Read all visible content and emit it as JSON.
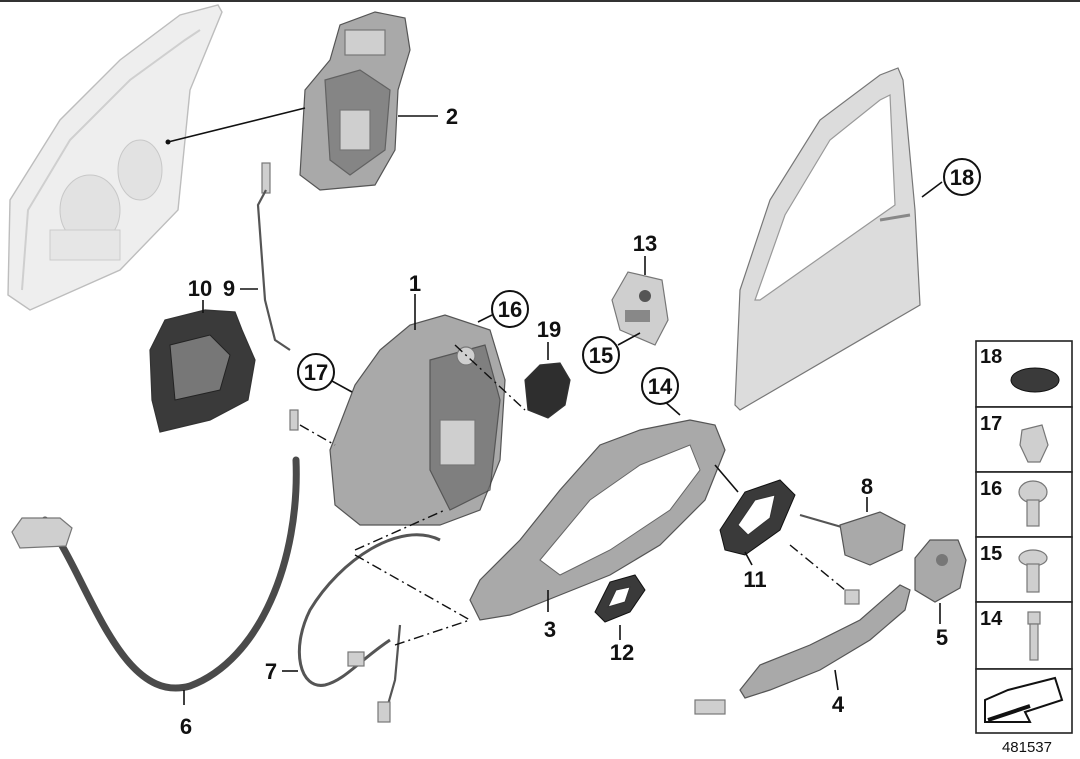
{
  "labels": [
    {
      "id": "l1",
      "text": "1",
      "circled": false
    },
    {
      "id": "l2",
      "text": "2",
      "circled": false
    },
    {
      "id": "l3",
      "text": "3",
      "circled": false
    },
    {
      "id": "l4",
      "text": "4",
      "circled": false
    },
    {
      "id": "l5",
      "text": "5",
      "circled": false
    },
    {
      "id": "l6",
      "text": "6",
      "circled": false
    },
    {
      "id": "l7",
      "text": "7",
      "circled": false
    },
    {
      "id": "l8",
      "text": "8",
      "circled": false
    },
    {
      "id": "l9",
      "text": "9",
      "circled": false
    },
    {
      "id": "l10",
      "text": "10",
      "circled": false
    },
    {
      "id": "l11",
      "text": "11",
      "circled": false
    },
    {
      "id": "l12",
      "text": "12",
      "circled": false
    },
    {
      "id": "l13",
      "text": "13",
      "circled": false
    },
    {
      "id": "l14",
      "text": "14",
      "circled": true
    },
    {
      "id": "l15",
      "text": "15",
      "circled": true
    },
    {
      "id": "l16",
      "text": "16",
      "circled": true
    },
    {
      "id": "l17",
      "text": "17",
      "circled": true
    },
    {
      "id": "l18",
      "text": "18",
      "circled": true
    },
    {
      "id": "l19",
      "text": "19",
      "circled": false
    }
  ],
  "side_panel": [
    "18",
    "17",
    "16",
    "15",
    "14"
  ],
  "reference_number": "481537"
}
